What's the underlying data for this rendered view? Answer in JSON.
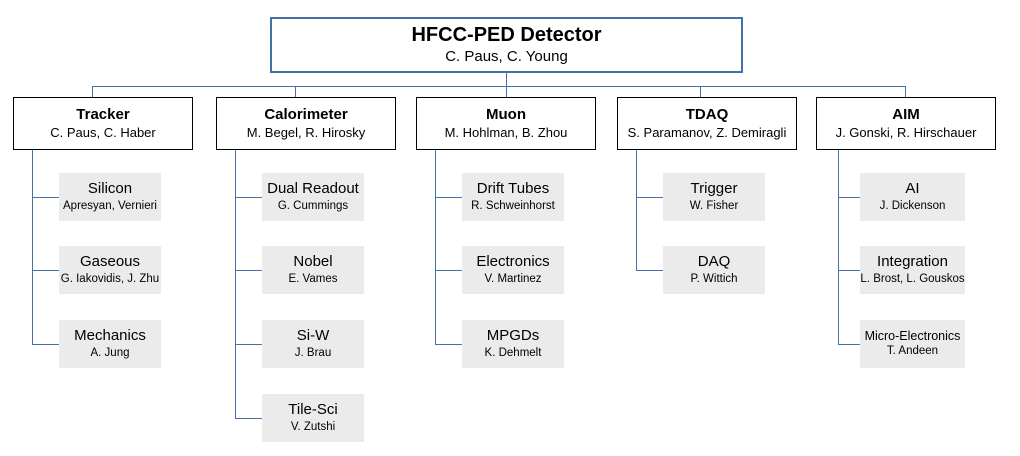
{
  "colors": {
    "accent_blue": "#4472a8",
    "node_gray": "#ebebeb",
    "border_black": "#000000",
    "background": "#ffffff"
  },
  "root": {
    "title": "HFCC-PED Detector",
    "leads": "C. Paus, C. Young"
  },
  "groups": [
    {
      "title": "Tracker",
      "leads": "C. Paus, C. Haber",
      "children": [
        {
          "title": "Silicon",
          "leads": "Apresyan, Vernieri"
        },
        {
          "title": "Gaseous",
          "leads": "G. Iakovidis, J. Zhu"
        },
        {
          "title": "Mechanics",
          "leads": "A. Jung"
        }
      ]
    },
    {
      "title": "Calorimeter",
      "leads": "M. Begel, R. Hirosky",
      "children": [
        {
          "title": "Dual Readout",
          "leads": "G. Cummings"
        },
        {
          "title": "Nobel",
          "leads": "E. Vames"
        },
        {
          "title": "Si-W",
          "leads": "J. Brau"
        },
        {
          "title": "Tile-Sci",
          "leads": "V. Zutshi"
        }
      ]
    },
    {
      "title": "Muon",
      "leads": "M. Hohlman, B. Zhou",
      "children": [
        {
          "title": "Drift Tubes",
          "leads": "R. Schweinhorst"
        },
        {
          "title": "Electronics",
          "leads": "V. Martinez"
        },
        {
          "title": "MPGDs",
          "leads": "K. Dehmelt"
        }
      ]
    },
    {
      "title": "TDAQ",
      "leads": "S. Paramanov, Z. Demiragli",
      "children": [
        {
          "title": "Trigger",
          "leads": "W. Fisher"
        },
        {
          "title": "DAQ",
          "leads": "P. Wittich"
        }
      ]
    },
    {
      "title": "AIM",
      "leads": "J. Gonski, R. Hirschauer",
      "children": [
        {
          "title": "AI",
          "leads": "J. Dickenson"
        },
        {
          "title": "Integration",
          "leads": "L. Brost, L. Gouskos"
        },
        {
          "title": "Micro-Electronics",
          "leads": "T. Andeen"
        }
      ]
    }
  ]
}
